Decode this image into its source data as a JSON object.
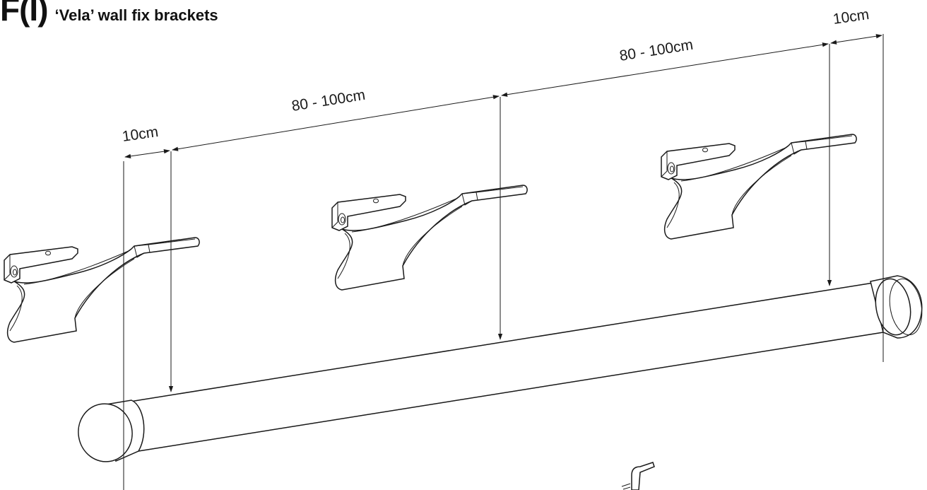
{
  "figure": {
    "code": "F(I)",
    "title": "‘Vela’ wall fix brackets"
  },
  "dimensions": {
    "left_end": "10cm",
    "left_span": "80 - 100cm",
    "right_span": "80 - 100cm",
    "right_end": "10cm"
  },
  "colors": {
    "line": "#1a1a1a",
    "background": "#ffffff"
  }
}
